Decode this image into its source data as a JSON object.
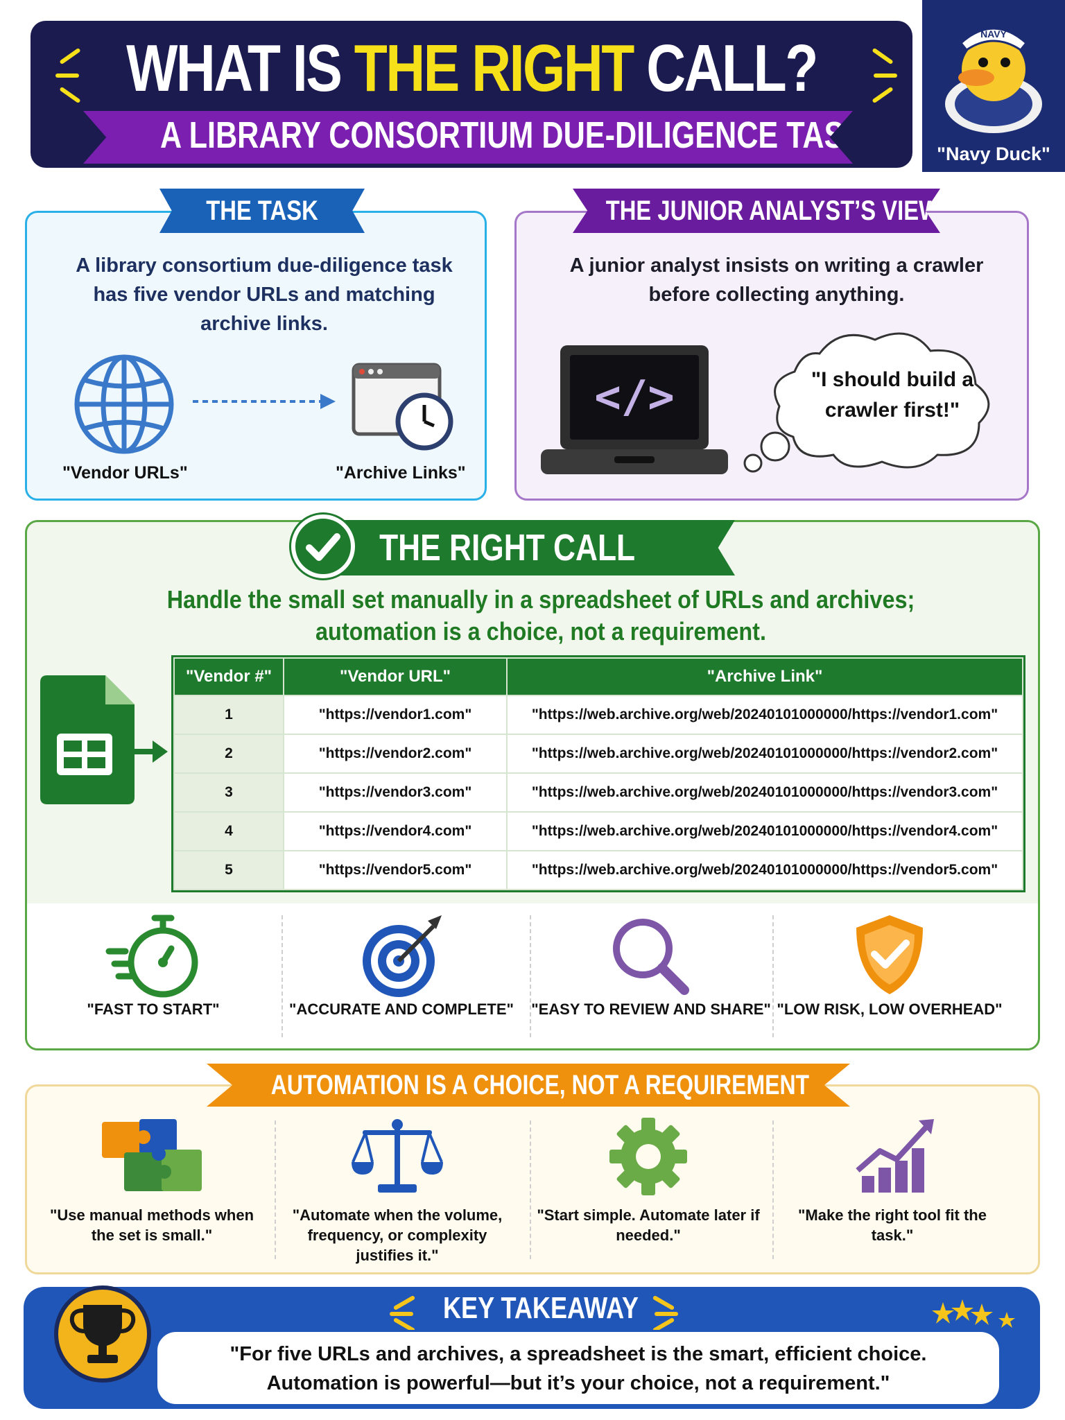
{
  "header": {
    "title_part1": "WHAT IS",
    "title_highlight": "THE RIGHT",
    "title_part2": "CALL?",
    "subtitle": "A LIBRARY CONSORTIUM DUE-DILIGENCE TASK",
    "mascot_label": "\"Navy Duck\"",
    "mascot_hat_text": "NAVY"
  },
  "task": {
    "heading": "THE TASK",
    "body": "A library consortium due-diligence task has five vendor URLs and matching archive links.",
    "left_label": "\"Vendor URLs\"",
    "right_label": "\"Archive Links\""
  },
  "junior": {
    "heading": "THE JUNIOR ANALYST’S VIEW",
    "body": "A junior analyst insists on writing a crawler before collecting anything.",
    "thought": "\"I should build a crawler first!\""
  },
  "right_call": {
    "heading": "THE RIGHT CALL",
    "line1": "Handle the small set manually in a spreadsheet of URLs and archives;",
    "line2": "automation is a choice, not a requirement.",
    "table": {
      "headers": [
        "\"Vendor #\"",
        "\"Vendor URL\"",
        "\"Archive Link\""
      ],
      "rows": [
        [
          "1",
          "\"https://vendor1.com\"",
          "\"https://web.archive.org/web/20240101000000/https://vendor1.com\""
        ],
        [
          "2",
          "\"https://vendor2.com\"",
          "\"https://web.archive.org/web/20240101000000/https://vendor2.com\""
        ],
        [
          "3",
          "\"https://vendor3.com\"",
          "\"https://web.archive.org/web/20240101000000/https://vendor3.com\""
        ],
        [
          "4",
          "\"https://vendor4.com\"",
          "\"https://web.archive.org/web/20240101000000/https://vendor4.com\""
        ],
        [
          "5",
          "\"https://vendor5.com\"",
          "\"https://web.archive.org/web/20240101000000/https://vendor5.com\""
        ]
      ]
    },
    "benefits": [
      {
        "icon": "stopwatch-icon",
        "label": "\"FAST TO START\""
      },
      {
        "icon": "target-icon",
        "label": "\"ACCURATE AND COMPLETE\""
      },
      {
        "icon": "magnifier-icon",
        "label": "\"EASY TO REVIEW AND SHARE\""
      },
      {
        "icon": "shield-check-icon",
        "label": "\"LOW RISK, LOW OVERHEAD\""
      }
    ]
  },
  "automation": {
    "heading": "AUTOMATION IS A CHOICE, NOT A REQUIREMENT",
    "items": [
      {
        "icon": "puzzle-icon",
        "label": "\"Use manual methods when the set is small.\""
      },
      {
        "icon": "scales-icon",
        "label": "\"Automate when the volume, frequency, or complexity justifies it.\""
      },
      {
        "icon": "gear-icon",
        "label": "\"Start simple. Automate later if needed.\""
      },
      {
        "icon": "growth-chart-icon",
        "label": "\"Make the right tool fit the task.\""
      }
    ]
  },
  "takeaway": {
    "heading": "KEY TAKEAWAY",
    "line1": "\"For five URLs and archives, a spreadsheet is the smart, efficient choice.",
    "line2": "Automation is powerful—but it’s your choice, not a requirement.\""
  },
  "colors": {
    "navy": "#1c1b4f",
    "yellow": "#f5e01a",
    "purple": "#7a1fb0",
    "blue": "#1a62b8",
    "green": "#1e7a2c",
    "orange": "#f0910e"
  }
}
